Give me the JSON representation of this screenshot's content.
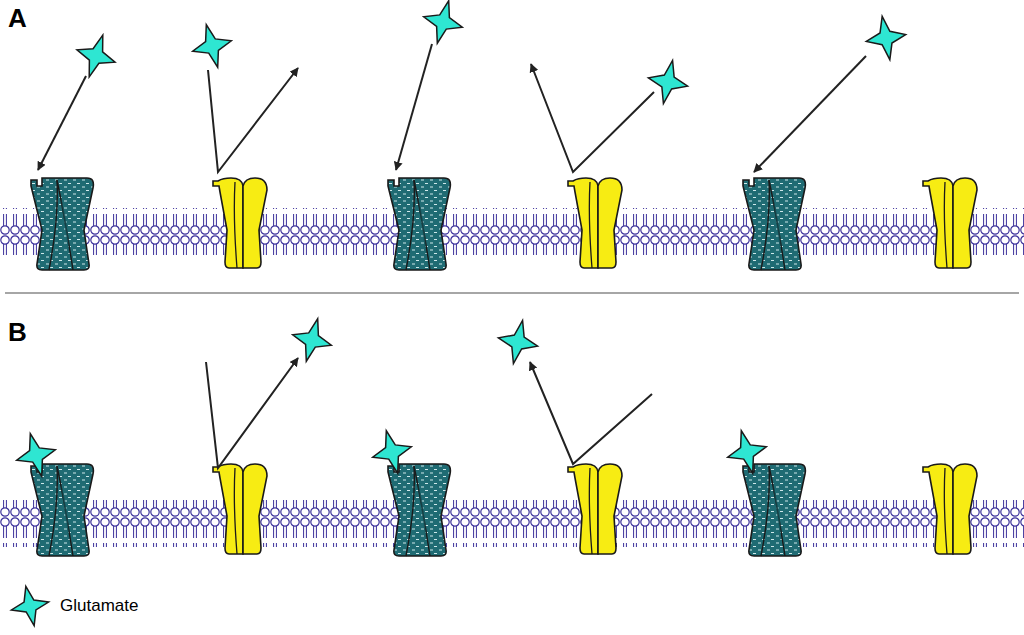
{
  "diagram": {
    "labels": [
      "A",
      "B"
    ],
    "legend": [
      {
        "text": "Glutamate"
      }
    ]
  }
}
